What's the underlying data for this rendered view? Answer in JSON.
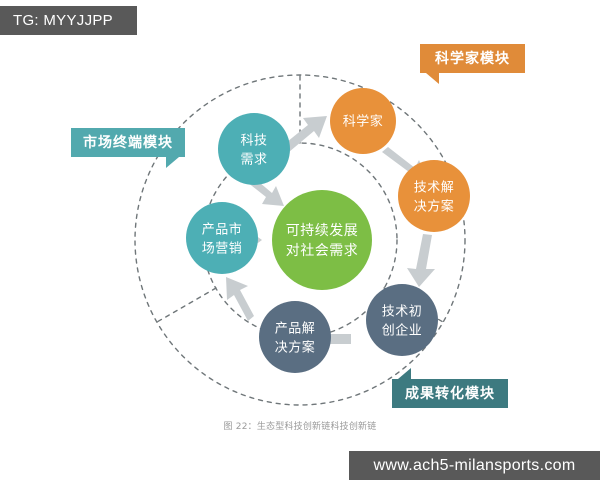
{
  "watermarks": {
    "top_left": "TG: MYYJJPP",
    "bottom_right": "www.ach5-milansports.com"
  },
  "caption": "图 22：生态型科技创新链科技创新链",
  "callouts": [
    {
      "id": "market",
      "label": "市场终端模块",
      "color": "#52A9AE"
    },
    {
      "id": "scientist",
      "label": "科学家模块",
      "color": "#E08B39"
    },
    {
      "id": "transform",
      "label": "成果转化模块",
      "color": "#3D7A80"
    }
  ],
  "center_node": {
    "label_line1": "可持续发展",
    "label_line2": "对社会需求",
    "color": "#7DBE45"
  },
  "nodes": [
    {
      "id": "tech-demand",
      "label_line1": "科技",
      "label_line2": "需求",
      "color": "#4DAFB5",
      "module": "market"
    },
    {
      "id": "scientist",
      "label_line1": "科学家",
      "label_line2": "",
      "color": "#E8913A",
      "module": "scientist"
    },
    {
      "id": "tech-solution",
      "label_line1": "技术解",
      "label_line2": "决方案",
      "color": "#E8913A",
      "module": "scientist"
    },
    {
      "id": "tech-startup",
      "label_line1": "技术初",
      "label_line2": "创企业",
      "color": "#5A6E82",
      "module": "transform"
    },
    {
      "id": "product-solution",
      "label_line1": "产品解",
      "label_line2": "决方案",
      "color": "#5A6E82",
      "module": "transform"
    },
    {
      "id": "product-marketing",
      "label_line1": "产品市",
      "label_line2": "场营销",
      "color": "#4DAFB5",
      "module": "market"
    }
  ],
  "colors": {
    "teal": "#4DAFB5",
    "teal_dark": "#3D7A80",
    "orange": "#E8913A",
    "slate": "#5A6E82",
    "green": "#7DBE45",
    "arrow_gray": "#C8CDD0",
    "dash_gray": "#6F7679",
    "watermark_bg": "#595959"
  },
  "rings": {
    "outer_radius": 165,
    "inner_radius": 97,
    "segments": 3
  }
}
